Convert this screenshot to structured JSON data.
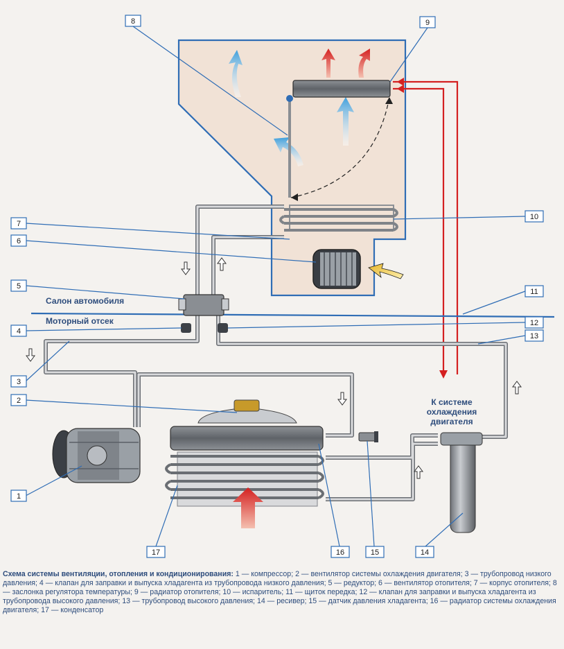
{
  "callouts": [
    "1",
    "2",
    "3",
    "4",
    "5",
    "6",
    "7",
    "8",
    "9",
    "10",
    "11",
    "12",
    "13",
    "14",
    "15",
    "16",
    "17"
  ],
  "zones": {
    "cabin": "Салон автомобиля",
    "engine_bay": "Моторный отсек"
  },
  "engine_cooling_label": [
    "К системе",
    "охлаждения",
    "двигателя"
  ],
  "caption": {
    "title": "Схема системы вентиляции, отопления и кондиционирования:",
    "body": " 1 — компрессор; 2 — вентилятор системы охлаждения двигателя; 3 — трубопровод низкого давления; 4 — клапан для заправки и выпуска хладагента из трубопровода низкого давления; 5 — редуктор; 6 — вентилятор отопителя; 7 — корпус отопителя; 8 — заслонка регулятора температуры; 9 — радиатор отопителя; 10 — испаритель; 11 — щиток передка; 12 — клапан для заправки и выпуска хладагента из трубопровода высокого давления; 13 — трубопровод высокого давления; 14 — ресивер; 15 — датчик давления хладагента; 16 — радиатор системы охлаждения двигателя; 17 — конденсатор"
  },
  "colors": {
    "line_blue": "#2f6db5",
    "pipe_gray": "#9aa0a6",
    "hot_red": "#d42020",
    "air_blue": "#3f9fdc",
    "housing_fill": "#f1e2d6"
  }
}
